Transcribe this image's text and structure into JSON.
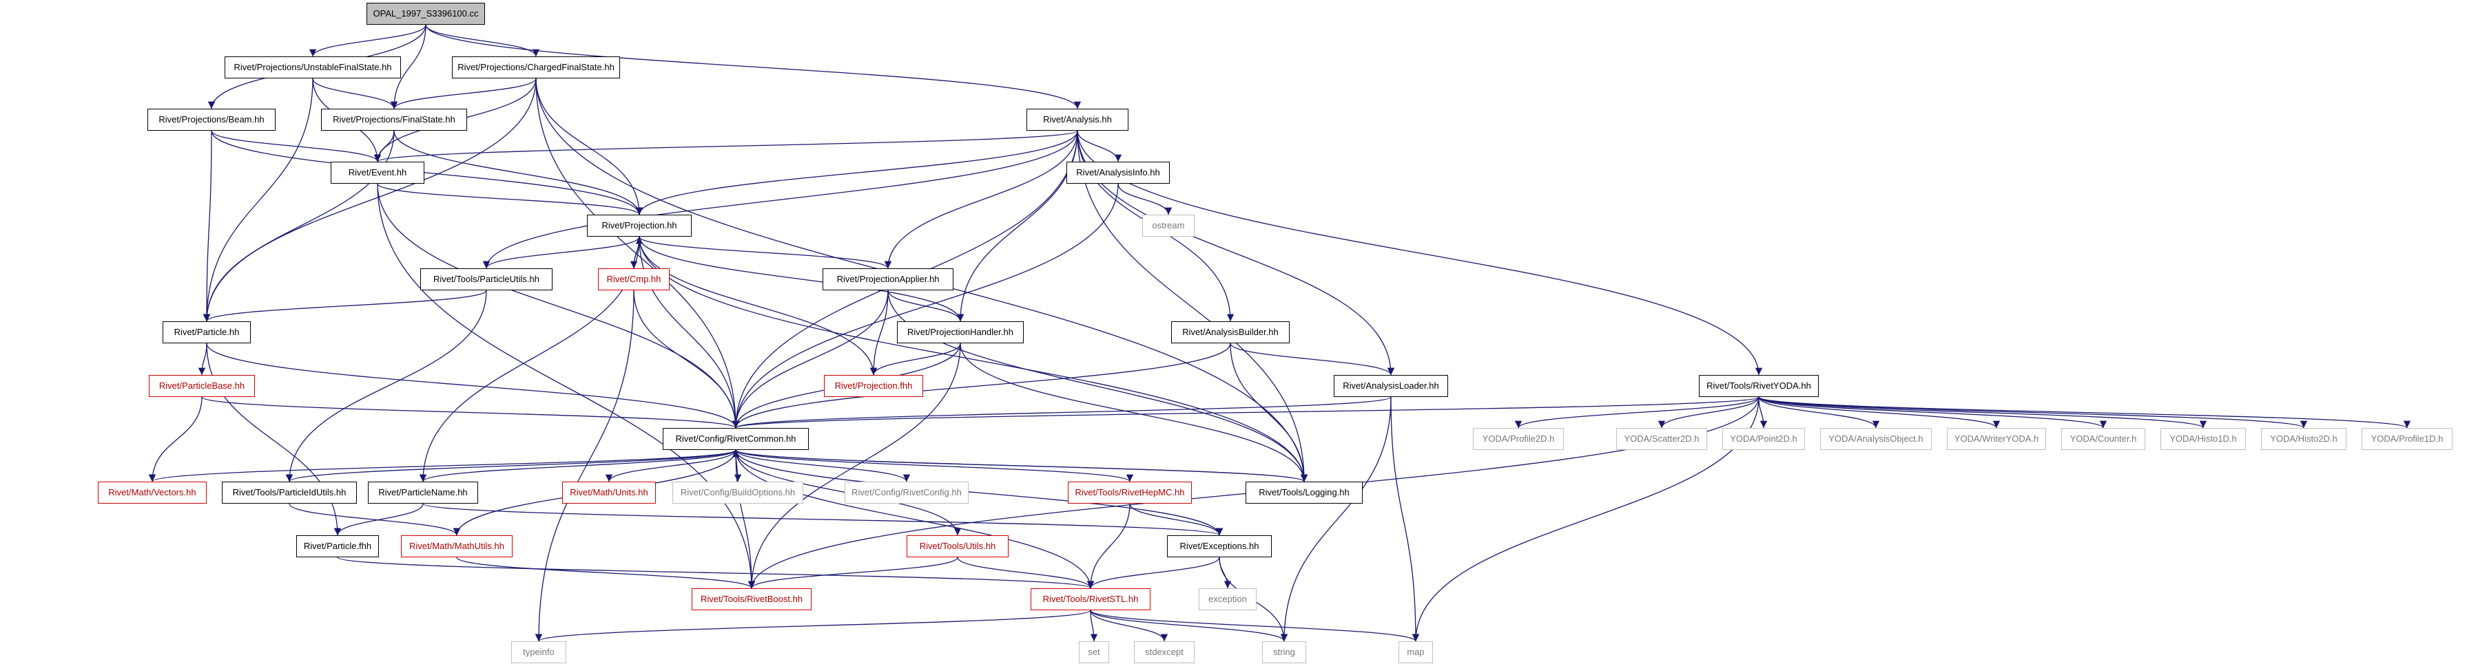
{
  "nodes": [
    {
      "id": "root",
      "label": "OPAL_1997_S3396100.cc",
      "style": "root"
    },
    {
      "id": "ufs",
      "label": "Rivet/Projections/UnstableFinalState.hh",
      "style": "normal"
    },
    {
      "id": "cfs",
      "label": "Rivet/Projections/ChargedFinalState.hh",
      "style": "normal"
    },
    {
      "id": "beam",
      "label": "Rivet/Projections/Beam.hh",
      "style": "normal"
    },
    {
      "id": "fs",
      "label": "Rivet/Projections/FinalState.hh",
      "style": "normal"
    },
    {
      "id": "analysis",
      "label": "Rivet/Analysis.hh",
      "style": "normal"
    },
    {
      "id": "event",
      "label": "Rivet/Event.hh",
      "style": "normal"
    },
    {
      "id": "ainfo",
      "label": "Rivet/AnalysisInfo.hh",
      "style": "normal"
    },
    {
      "id": "ostream",
      "label": "ostream",
      "style": "gray"
    },
    {
      "id": "proj",
      "label": "Rivet/Projection.hh",
      "style": "normal"
    },
    {
      "id": "putils",
      "label": "Rivet/Tools/ParticleUtils.hh",
      "style": "normal"
    },
    {
      "id": "cmp",
      "label": "Rivet/Cmp.hh",
      "style": "red"
    },
    {
      "id": "papp",
      "label": "Rivet/ProjectionApplier.hh",
      "style": "normal"
    },
    {
      "id": "phandler",
      "label": "Rivet/ProjectionHandler.hh",
      "style": "normal"
    },
    {
      "id": "particle",
      "label": "Rivet/Particle.hh",
      "style": "normal"
    },
    {
      "id": "abuilder",
      "label": "Rivet/AnalysisBuilder.hh",
      "style": "normal"
    },
    {
      "id": "pfhh",
      "label": "Rivet/Projection.fhh",
      "style": "red"
    },
    {
      "id": "aloader",
      "label": "Rivet/AnalysisLoader.hh",
      "style": "normal"
    },
    {
      "id": "ryoda",
      "label": "Rivet/Tools/RivetYODA.hh",
      "style": "normal"
    },
    {
      "id": "pbase",
      "label": "Rivet/ParticleBase.hh",
      "style": "red"
    },
    {
      "id": "common",
      "label": "Rivet/Config/RivetCommon.hh",
      "style": "normal"
    },
    {
      "id": "p2d",
      "label": "YODA/Profile2D.h",
      "style": "gray"
    },
    {
      "id": "s2d",
      "label": "YODA/Scatter2D.h",
      "style": "gray"
    },
    {
      "id": "pt2d",
      "label": "YODA/Point2D.h",
      "style": "gray"
    },
    {
      "id": "aobj",
      "label": "YODA/AnalysisObject.h",
      "style": "gray"
    },
    {
      "id": "wyoda",
      "label": "YODA/WriterYODA.h",
      "style": "gray"
    },
    {
      "id": "counter",
      "label": "YODA/Counter.h",
      "style": "gray"
    },
    {
      "id": "h1d",
      "label": "YODA/Histo1D.h",
      "style": "gray"
    },
    {
      "id": "h2d",
      "label": "YODA/Histo2D.h",
      "style": "gray"
    },
    {
      "id": "p1d",
      "label": "YODA/Profile1D.h",
      "style": "gray"
    },
    {
      "id": "vectors",
      "label": "Rivet/Math/Vectors.hh",
      "style": "red"
    },
    {
      "id": "pidutils",
      "label": "Rivet/Tools/ParticleIdUtils.hh",
      "style": "normal"
    },
    {
      "id": "pname",
      "label": "Rivet/ParticleName.hh",
      "style": "normal"
    },
    {
      "id": "units",
      "label": "Rivet/Math/Units.hh",
      "style": "red"
    },
    {
      "id": "buildopt",
      "label": "Rivet/Config/BuildOptions.hh",
      "style": "gray"
    },
    {
      "id": "rconfig",
      "label": "Rivet/Config/RivetConfig.hh",
      "style": "gray"
    },
    {
      "id": "hepmc",
      "label": "Rivet/Tools/RivetHepMC.hh",
      "style": "red"
    },
    {
      "id": "logging",
      "label": "Rivet/Tools/Logging.hh",
      "style": "normal"
    },
    {
      "id": "pfhh2",
      "label": "Rivet/Particle.fhh",
      "style": "normal"
    },
    {
      "id": "mathutils",
      "label": "Rivet/Math/MathUtils.hh",
      "style": "red"
    },
    {
      "id": "tutils",
      "label": "Rivet/Tools/Utils.hh",
      "style": "red"
    },
    {
      "id": "except",
      "label": "Rivet/Exceptions.hh",
      "style": "normal"
    },
    {
      "id": "boost",
      "label": "Rivet/Tools/RivetBoost.hh",
      "style": "red"
    },
    {
      "id": "stl",
      "label": "Rivet/Tools/RivetSTL.hh",
      "style": "red"
    },
    {
      "id": "exception",
      "label": "exception",
      "style": "gray"
    },
    {
      "id": "typeinfo",
      "label": "typeinfo",
      "style": "gray"
    },
    {
      "id": "set",
      "label": "set",
      "style": "gray"
    },
    {
      "id": "stdexcept",
      "label": "stdexcept",
      "style": "gray"
    },
    {
      "id": "string",
      "label": "string",
      "style": "gray"
    },
    {
      "id": "map",
      "label": "map",
      "style": "gray"
    }
  ],
  "edges": [
    [
      "root",
      "ufs"
    ],
    [
      "root",
      "cfs"
    ],
    [
      "root",
      "beam"
    ],
    [
      "root",
      "fs"
    ],
    [
      "root",
      "analysis"
    ],
    [
      "ufs",
      "fs"
    ],
    [
      "ufs",
      "event"
    ],
    [
      "ufs",
      "particle"
    ],
    [
      "cfs",
      "fs"
    ],
    [
      "cfs",
      "event"
    ],
    [
      "cfs",
      "proj"
    ],
    [
      "cfs",
      "particle"
    ],
    [
      "cfs",
      "common"
    ],
    [
      "cfs",
      "logging"
    ],
    [
      "beam",
      "event"
    ],
    [
      "beam",
      "proj"
    ],
    [
      "beam",
      "particle"
    ],
    [
      "fs",
      "event"
    ],
    [
      "fs",
      "proj"
    ],
    [
      "fs",
      "particle"
    ],
    [
      "analysis",
      "event"
    ],
    [
      "analysis",
      "proj"
    ],
    [
      "analysis",
      "putils"
    ],
    [
      "analysis",
      "ainfo"
    ],
    [
      "analysis",
      "papp"
    ],
    [
      "analysis",
      "phandler"
    ],
    [
      "analysis",
      "abuilder"
    ],
    [
      "analysis",
      "aloader"
    ],
    [
      "analysis",
      "ryoda"
    ],
    [
      "analysis",
      "common"
    ],
    [
      "analysis",
      "logging"
    ],
    [
      "event",
      "proj"
    ],
    [
      "event",
      "common"
    ],
    [
      "event",
      "boost"
    ],
    [
      "ainfo",
      "ostream"
    ],
    [
      "ainfo",
      "common"
    ],
    [
      "proj",
      "putils"
    ],
    [
      "proj",
      "cmp"
    ],
    [
      "proj",
      "papp"
    ],
    [
      "proj",
      "phandler"
    ],
    [
      "proj",
      "pfhh"
    ],
    [
      "proj",
      "common"
    ],
    [
      "proj",
      "pname"
    ],
    [
      "proj",
      "logging"
    ],
    [
      "cmp",
      "proj"
    ],
    [
      "cmp",
      "common"
    ],
    [
      "cmp",
      "typeinfo"
    ],
    [
      "putils",
      "particle"
    ],
    [
      "putils",
      "pidutils"
    ],
    [
      "papp",
      "phandler"
    ],
    [
      "papp",
      "pfhh"
    ],
    [
      "papp",
      "common"
    ],
    [
      "papp",
      "logging"
    ],
    [
      "phandler",
      "pfhh"
    ],
    [
      "phandler",
      "common"
    ],
    [
      "phandler",
      "logging"
    ],
    [
      "phandler",
      "boost"
    ],
    [
      "particle",
      "pbase"
    ],
    [
      "particle",
      "common"
    ],
    [
      "particle",
      "pfhh2"
    ],
    [
      "abuilder",
      "aloader"
    ],
    [
      "abuilder",
      "common"
    ],
    [
      "abuilder",
      "logging"
    ],
    [
      "aloader",
      "common"
    ],
    [
      "aloader",
      "map"
    ],
    [
      "aloader",
      "string"
    ],
    [
      "ryoda",
      "common"
    ],
    [
      "ryoda",
      "p2d"
    ],
    [
      "ryoda",
      "s2d"
    ],
    [
      "ryoda",
      "pt2d"
    ],
    [
      "ryoda",
      "aobj"
    ],
    [
      "ryoda",
      "wyoda"
    ],
    [
      "ryoda",
      "counter"
    ],
    [
      "ryoda",
      "h1d"
    ],
    [
      "ryoda",
      "h2d"
    ],
    [
      "ryoda",
      "p1d"
    ],
    [
      "ryoda",
      "boost"
    ],
    [
      "ryoda",
      "map"
    ],
    [
      "pbase",
      "common"
    ],
    [
      "pbase",
      "vectors"
    ],
    [
      "common",
      "vectors"
    ],
    [
      "common",
      "pidutils"
    ],
    [
      "common",
      "pname"
    ],
    [
      "common",
      "units"
    ],
    [
      "common",
      "buildopt"
    ],
    [
      "common",
      "rconfig"
    ],
    [
      "common",
      "hepmc"
    ],
    [
      "common",
      "logging"
    ],
    [
      "common",
      "mathutils"
    ],
    [
      "common",
      "tutils"
    ],
    [
      "common",
      "except"
    ],
    [
      "common",
      "boost"
    ],
    [
      "common",
      "stl"
    ],
    [
      "logging",
      "common"
    ],
    [
      "pname",
      "pfhh2"
    ],
    [
      "pname",
      "except"
    ],
    [
      "pidutils",
      "mathutils"
    ],
    [
      "pfhh2",
      "stl"
    ],
    [
      "mathutils",
      "boost"
    ],
    [
      "tutils",
      "boost"
    ],
    [
      "tutils",
      "stl"
    ],
    [
      "hepmc",
      "stl"
    ],
    [
      "hepmc",
      "except"
    ],
    [
      "except",
      "stl"
    ],
    [
      "except",
      "exception"
    ],
    [
      "except",
      "string"
    ],
    [
      "stl",
      "typeinfo"
    ],
    [
      "stl",
      "set"
    ],
    [
      "stl",
      "stdexcept"
    ],
    [
      "stl",
      "string"
    ],
    [
      "stl",
      "map"
    ]
  ]
}
